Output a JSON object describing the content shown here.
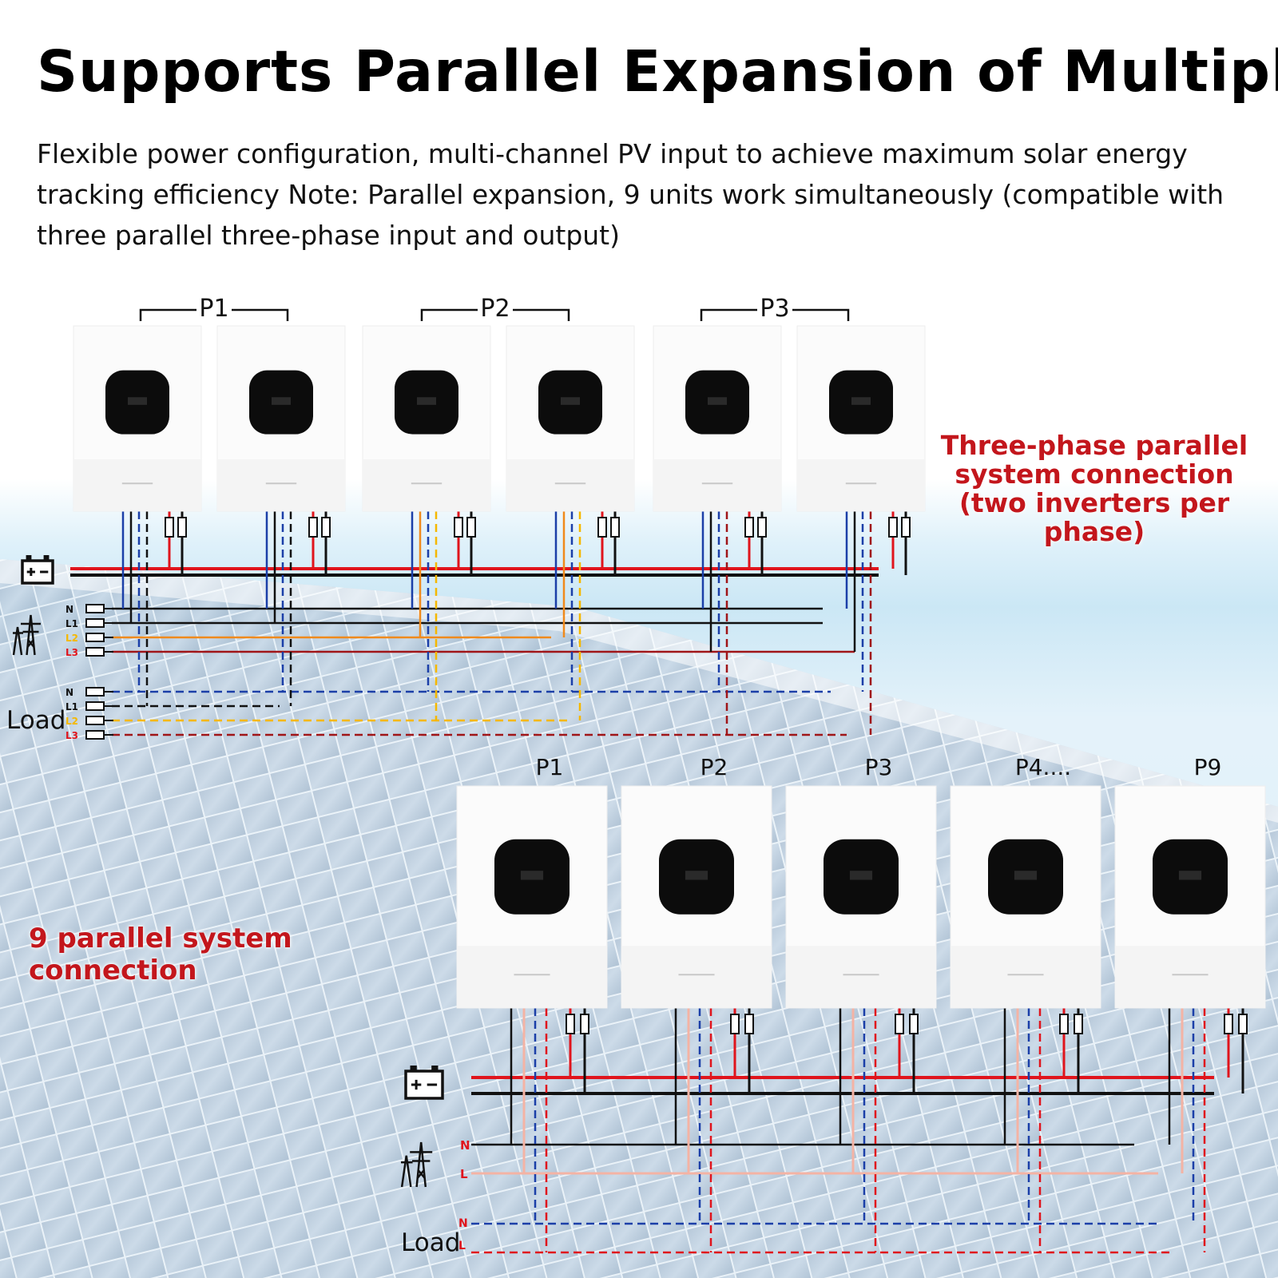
{
  "header": {
    "title": "Supports Parallel Expansion of Multiple Units",
    "subtitle": "Flexible power configuration, multi-channel PV input to achieve maximum solar energy tracking efficiency Note: Parallel expansion, 9 units work simultaneously (compatible with three parallel three-phase input and output)"
  },
  "three_phase": {
    "group_labels": [
      "P1",
      "P2",
      "P3"
    ],
    "caption": [
      "Three-phase parallel",
      "system connection",
      "(two inverters per phase)"
    ],
    "grid_line_labels": [
      "N",
      "L1",
      "L2",
      "L3"
    ],
    "load_line_labels": [
      "N",
      "L1",
      "L2",
      "L3"
    ],
    "load_label": "Load"
  },
  "nine_parallel": {
    "unit_labels": [
      "P1",
      "P2",
      "P3",
      "P4....",
      "P9"
    ],
    "caption": "9 parallel system connection",
    "grid_line_labels": [
      "N",
      "L"
    ],
    "load_line_labels": [
      "N",
      "L"
    ],
    "load_label": "Load"
  },
  "icons": [
    "battery-icon",
    "power-tower-icon"
  ],
  "colors": {
    "wire_red": "#e0141c",
    "wire_black": "#111111",
    "wire_blue": "#1b3fa8",
    "wire_yellow": "#f5b800",
    "wire_orange": "#f08a1c",
    "wire_darkred": "#a01518",
    "wire_pink": "#f4b3a4",
    "caption_red": "#c3161c"
  }
}
